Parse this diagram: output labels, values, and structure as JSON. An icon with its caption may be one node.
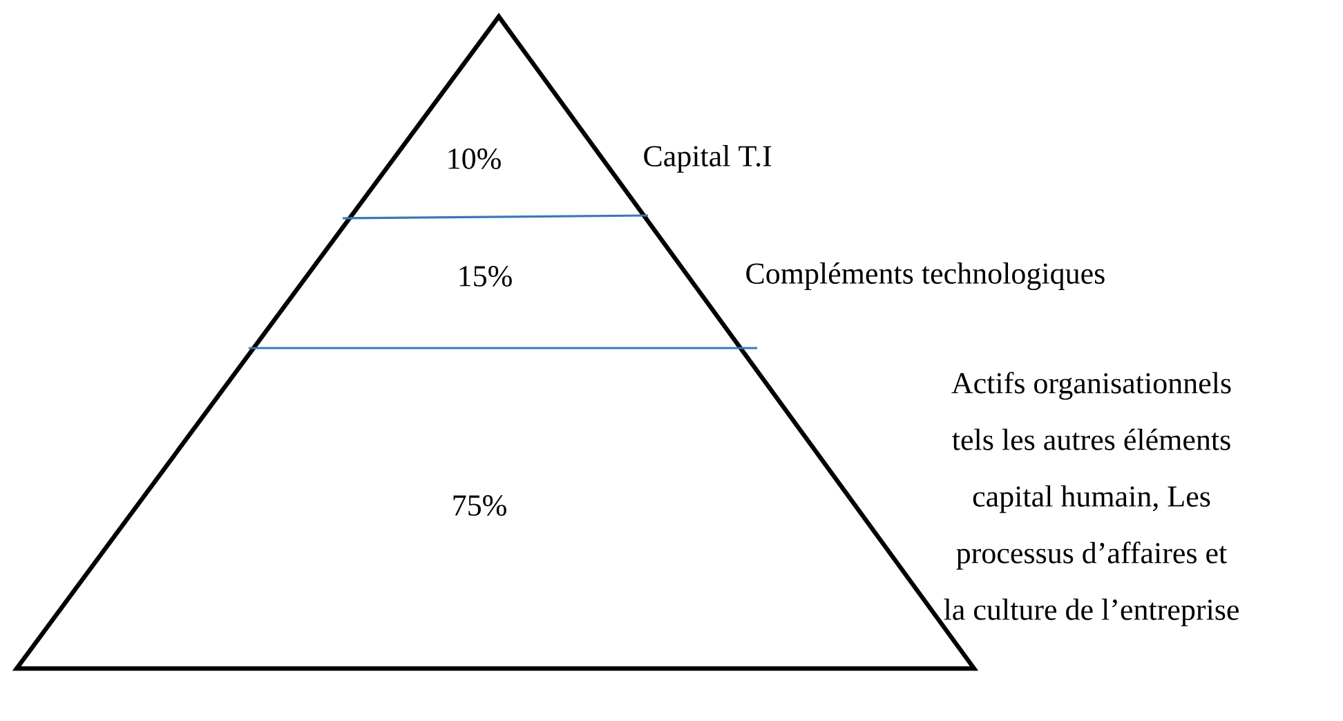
{
  "diagram": {
    "nodes": [
      {
        "text": [
          "10%"
        ]
      },
      {
        "text": [
          "15%"
        ]
      },
      {
        "text": [
          "75%"
        ]
      }
    ],
    "labels": [
      "Capital T.I",
      "Compléments technologiques",
      "Actifs organisationnels tels les autres éléments capital humain, Les processus d’affaires et la culture de l’entreprise"
    ]
  }
}
